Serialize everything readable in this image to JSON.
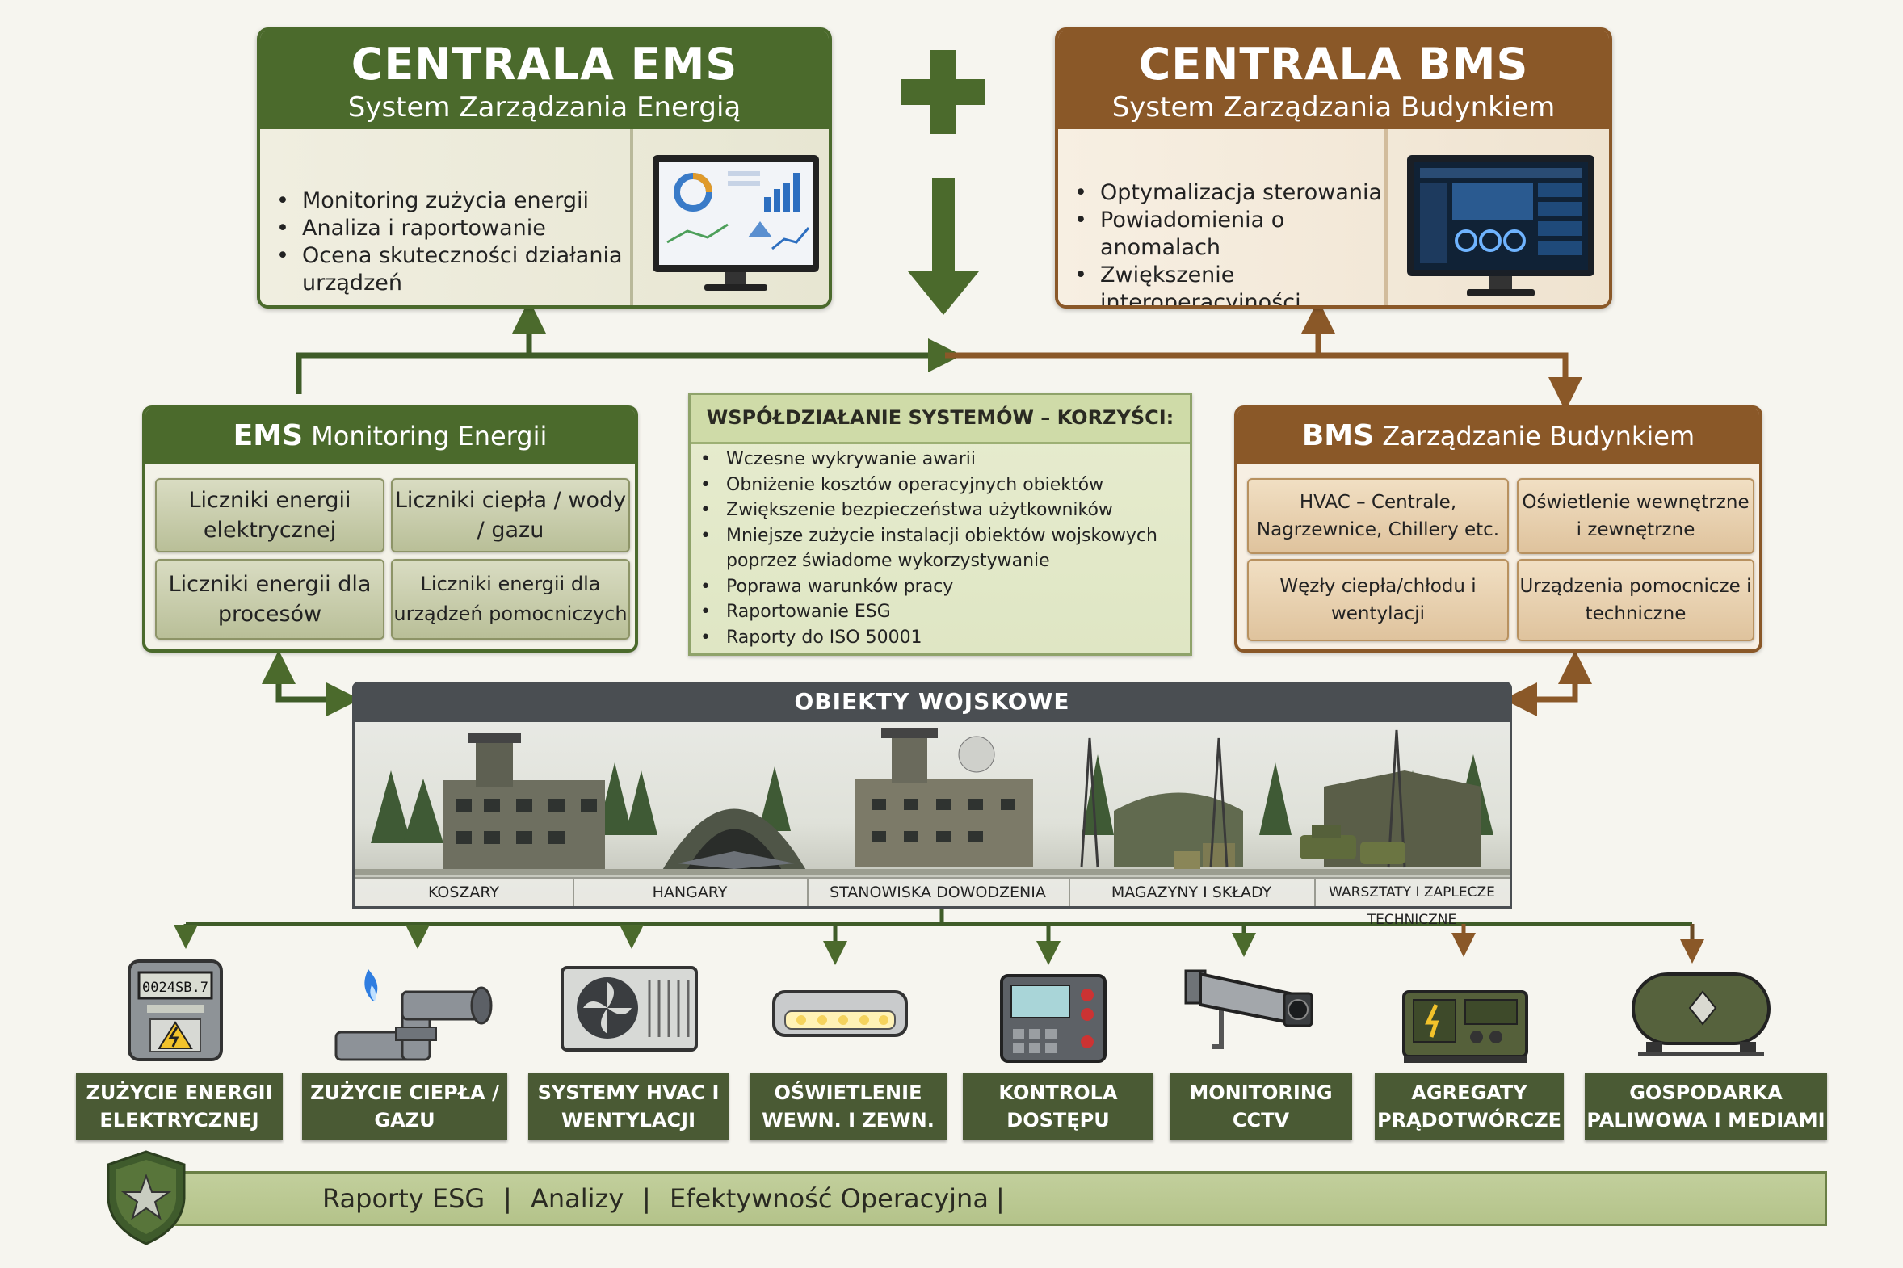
{
  "colors": {
    "ems_green": "#4b6a2c",
    "bms_brown": "#8a5828",
    "dark_slate": "#4a4e52",
    "label_green": "#4a5a34"
  },
  "ems_central": {
    "title": "CENTRALA EMS",
    "subtitle": "System Zarządzania Energią",
    "bullets": [
      "Monitoring zużycia energii",
      "Analiza i raportowanie",
      "Ocena skuteczności działania urządzeń"
    ]
  },
  "bms_central": {
    "title": "CENTRALA BMS",
    "subtitle": "System Zarządzania Budynkiem",
    "bullets": [
      "Optymalizacja sterowania",
      "Powiadomienia o anomalach",
      "Zwiększenie interoperacyjności"
    ]
  },
  "connector_icons": [
    "plus-icon",
    "arrow-down-icon"
  ],
  "ems_monitoring": {
    "title_bold": "EMS",
    "title_rest": "Monitoring Energii",
    "cells": [
      "Liczniki energii elektrycznej",
      "Liczniki ciepła / wody / gazu",
      "Liczniki energii dla procesów",
      "Liczniki energii dla urządzeń pomocniczych"
    ]
  },
  "benefits": {
    "title": "WSPÓŁDZIAŁANIE SYSTEMÓW – KORZYŚCI:",
    "items": [
      "Wczesne wykrywanie awarii",
      "Obniżenie kosztów operacyjnych obiektów",
      "Zwiększenie bezpieczeństwa użytkowników",
      "Mniejsze zużycie instalacji obiektów wojskowych poprzez świadome wykorzystywanie",
      "Poprawa warunków pracy",
      "Raportowanie ESG",
      "Raporty do ISO 50001"
    ]
  },
  "bms_management": {
    "title_bold": "BMS",
    "title_rest": "Zarządzanie Budynkiem",
    "cells": [
      "HVAC – Centrale, Nagrzewnice, Chillery etc.",
      "Oświetlenie wewnętrzne i zewnętrzne",
      "Węzły ciepła/chłodu i wentylacji",
      "Urządzenia pomocnicze i techniczne"
    ]
  },
  "objects": {
    "title": "OBIEKTY WOJSKOWE",
    "labels": [
      "KOSZARY",
      "HANGARY",
      "STANOWISKA DOWODZENIA",
      "MAGAZYNY I SKŁADY",
      "WARSZTATY I ZAPLECZE TECHNICZNE"
    ]
  },
  "endpoints": [
    {
      "label": "ZUŻYCIE ENERGII ELEKTRYCZNEJ",
      "icon": "electricity-meter-icon"
    },
    {
      "label": "ZUŻYCIE CIEPŁA / GAZU",
      "icon": "gas-pipe-icon"
    },
    {
      "label": "SYSTEMY HVAC I WENTYLACJI",
      "icon": "hvac-unit-icon"
    },
    {
      "label": "OŚWIETLENIE WEWN. I ZEWN.",
      "icon": "light-fixture-icon"
    },
    {
      "label": "KONTROLA DOSTĘPU",
      "icon": "access-control-panel-icon"
    },
    {
      "label": "MONITORING CCTV",
      "icon": "cctv-camera-icon"
    },
    {
      "label": "AGREGATY PRĄDOTWÓRCZE",
      "icon": "generator-icon"
    },
    {
      "label": "GOSPODARKA PALIWOWA I MEDIAMI",
      "icon": "fuel-tank-icon"
    }
  ],
  "meter_display": "0024SB.7",
  "footer": {
    "items": [
      "Raporty ESG",
      "Analizy",
      "Efektywność Operacyjna"
    ],
    "separator": "|",
    "emblem": "star-shield-icon"
  }
}
